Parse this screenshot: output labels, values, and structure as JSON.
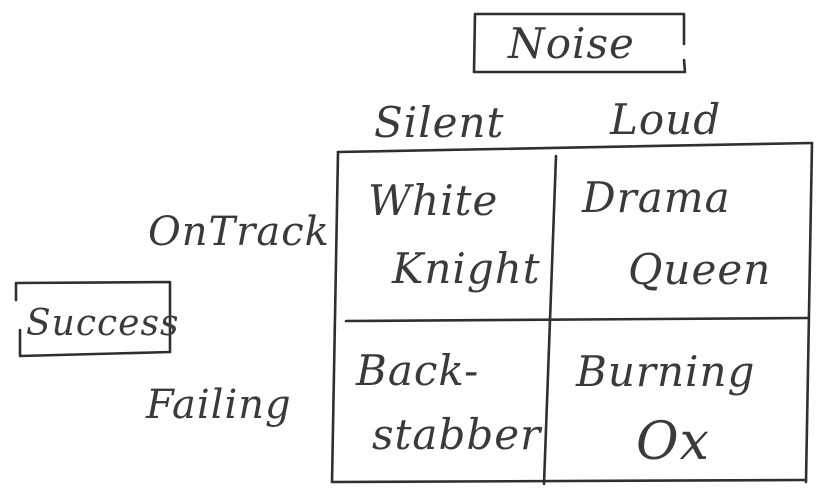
{
  "column_axis": {
    "title": "Noise",
    "headers": [
      "Silent",
      "Loud"
    ]
  },
  "row_axis": {
    "title": "Success",
    "headers": [
      "OnTrack",
      "Failing"
    ]
  },
  "quadrants": [
    {
      "lines": [
        "White",
        "Knight"
      ]
    },
    {
      "lines": [
        "Drama",
        "Queen"
      ]
    },
    {
      "lines": [
        "Back-",
        "stabber"
      ]
    },
    {
      "lines": [
        "Burning",
        "Ox"
      ]
    }
  ]
}
